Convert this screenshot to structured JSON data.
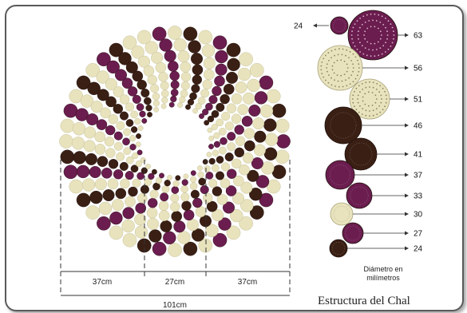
{
  "diagram": {
    "title": "Estructura del Chal",
    "caption_line1": "Diámetro en",
    "caption_line2": "milímetros",
    "dimensions": {
      "left": "37cm",
      "center": "27cm",
      "right": "37cm",
      "total": "101cm"
    },
    "legend": [
      {
        "diameter": "24",
        "color": "purple",
        "pattern": "plain"
      },
      {
        "diameter": "63",
        "color": "purple",
        "pattern": "radial"
      },
      {
        "diameter": "56",
        "color": "cream",
        "pattern": "radial"
      },
      {
        "diameter": "51",
        "color": "cream",
        "pattern": "radial"
      },
      {
        "diameter": "46",
        "color": "brown",
        "pattern": "plain"
      },
      {
        "diameter": "41",
        "color": "brown",
        "pattern": "plain"
      },
      {
        "diameter": "37",
        "color": "purple",
        "pattern": "plain"
      },
      {
        "diameter": "33",
        "color": "purple",
        "pattern": "plain"
      },
      {
        "diameter": "30",
        "color": "cream",
        "pattern": "plain"
      },
      {
        "diameter": "27",
        "color": "purple",
        "pattern": "plain"
      },
      {
        "diameter": "24",
        "color": "brown",
        "pattern": "plain"
      }
    ],
    "colors": {
      "purple": "#6b1d4f",
      "cream": "#e8e3bd",
      "brown": "#3a1f14",
      "line": "#333333"
    }
  }
}
